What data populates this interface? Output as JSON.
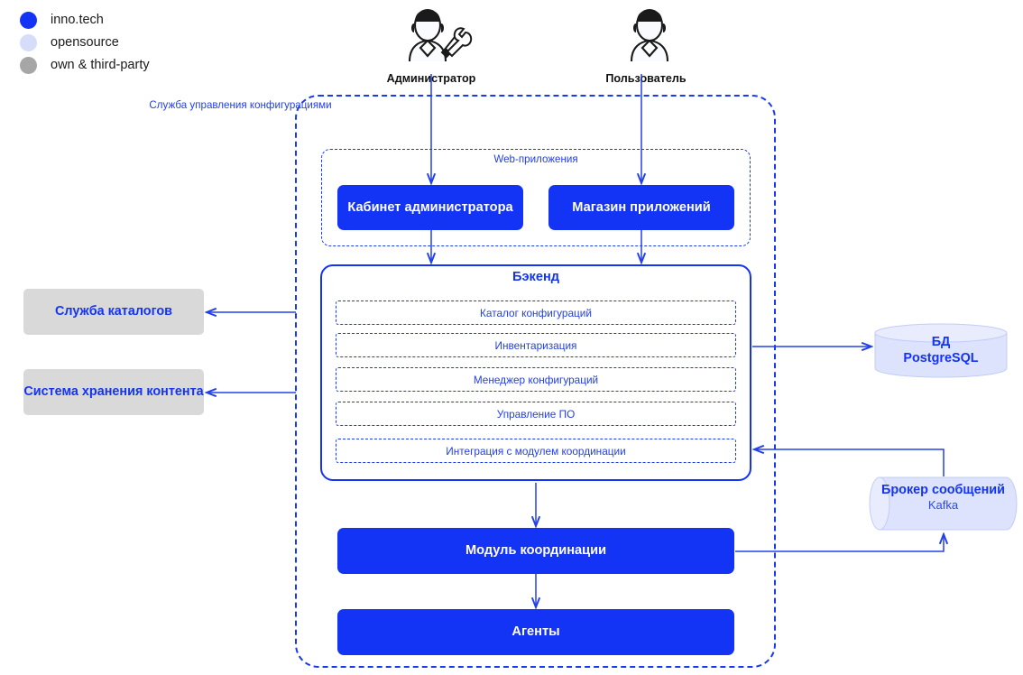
{
  "legend": {
    "items": [
      {
        "label": "inno.tech",
        "color": "#1434f5"
      },
      {
        "label": "opensource",
        "color": "#d6ddfb"
      },
      {
        "label": "own & third-party",
        "color": "#a6a6a6"
      }
    ]
  },
  "actors": [
    {
      "name": "Администратор",
      "icon": "admin-person-tools-icon"
    },
    {
      "name": "Пользователь",
      "icon": "user-person-icon"
    }
  ],
  "outer": {
    "title": "Служба управления конфигурациями"
  },
  "webapps": {
    "title": "Web-приложения",
    "boxes": [
      {
        "label": "Кабинет администратора"
      },
      {
        "label": "Магазин приложений"
      }
    ]
  },
  "backend": {
    "title": "Бэкенд",
    "items": [
      "Каталог конфигураций",
      "Инвентаризация",
      "Менеджер конфигураций",
      "Управление ПО",
      "Интеграция с модулем координации"
    ]
  },
  "bottom": {
    "coordination": "Модуль координации",
    "agents": "Агенты"
  },
  "external_left": [
    {
      "label": "Служба каталогов"
    },
    {
      "label": "Система хранения контента"
    }
  ],
  "external_right": {
    "database": {
      "title": "БД",
      "name": "PostgreSQL"
    },
    "broker": {
      "title": "Брокер сообщений",
      "name": "Kafka"
    }
  },
  "colors": {
    "brand_blue": "#1434f5",
    "opensource_lavender": "#d6ddfb",
    "third_party_grey": "#d9d9d9"
  }
}
